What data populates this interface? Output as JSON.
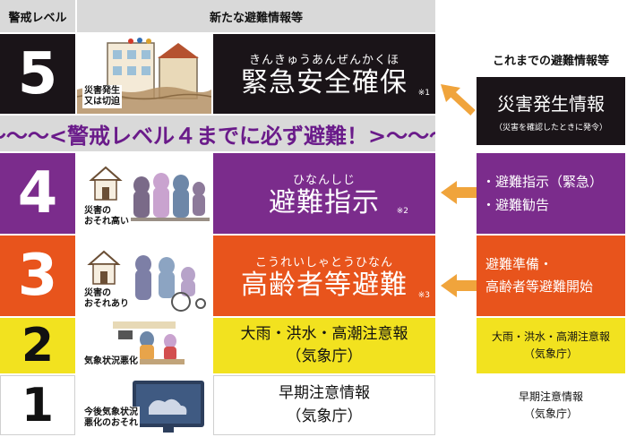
{
  "header": {
    "level_col": "警戒レベル",
    "info_col": "新たな避難情報等",
    "prev_col": "これまでの避難情報等"
  },
  "colors": {
    "level5": "#1a1418",
    "level4": "#7b2c8c",
    "level3": "#e8541c",
    "level2": "#f2e21f",
    "level1": "#ffffff",
    "arrow": "#f0a43c",
    "banner_text": "#6a1b8a"
  },
  "banner": "〜〜〜<警戒レベル４までに必ず避難！>〜〜〜",
  "levels": [
    {
      "num": "5",
      "caption": "災害発生\n又は切迫",
      "furigana": "きんきゅうあんぜんかくほ",
      "label": "緊急安全確保",
      "note": "※1",
      "prev_title": "災害発生情報",
      "prev_sub": "（災害を確認したときに発令）"
    },
    {
      "num": "4",
      "caption": "災害の\nおそれ高い",
      "furigana": "ひなんしじ",
      "label": "避難指示",
      "note": "※2",
      "prev_items": [
        "・避難指示（緊急）",
        "・避難勧告"
      ]
    },
    {
      "num": "3",
      "caption": "災害の\nおそれあり",
      "furigana": "こうれいしゃとうひなん",
      "label": "高齢者等避難",
      "note": "※3",
      "prev_text": "避難準備・\n高齢者等避難開始"
    },
    {
      "num": "2",
      "caption": "気象状況悪化",
      "label": "大雨・洪水・高潮注意報\n（気象庁）",
      "prev_text": "大雨・洪水・高潮注意報\n（気象庁）"
    },
    {
      "num": "1",
      "caption": "今後気象状況\n悪化のおそれ",
      "label": "早期注意情報\n（気象庁）",
      "prev_text": "早期注意情報\n（気象庁）"
    }
  ]
}
